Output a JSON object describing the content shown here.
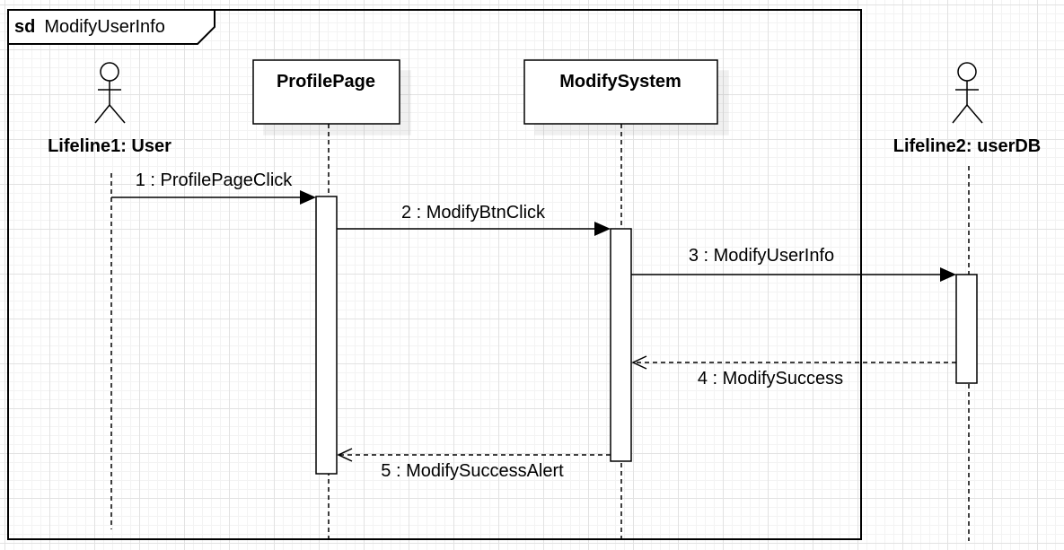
{
  "frame": {
    "keyword": "sd",
    "name": "ModifyUserInfo"
  },
  "actors": {
    "user": {
      "label": "Lifeline1: User"
    },
    "userdb": {
      "label": "Lifeline2: userDB"
    }
  },
  "participants": {
    "profile_page": {
      "label": "ProfilePage"
    },
    "modify_system": {
      "label": "ModifySystem"
    }
  },
  "messages": [
    {
      "label": "1 : ProfilePageClick",
      "kind": "sync"
    },
    {
      "label": "2 : ModifyBtnClick",
      "kind": "sync"
    },
    {
      "label": "3 : ModifyUserInfo",
      "kind": "sync"
    },
    {
      "label": "4 : ModifySuccess",
      "kind": "return"
    },
    {
      "label": "5 : ModifySuccessAlert",
      "kind": "return"
    }
  ]
}
